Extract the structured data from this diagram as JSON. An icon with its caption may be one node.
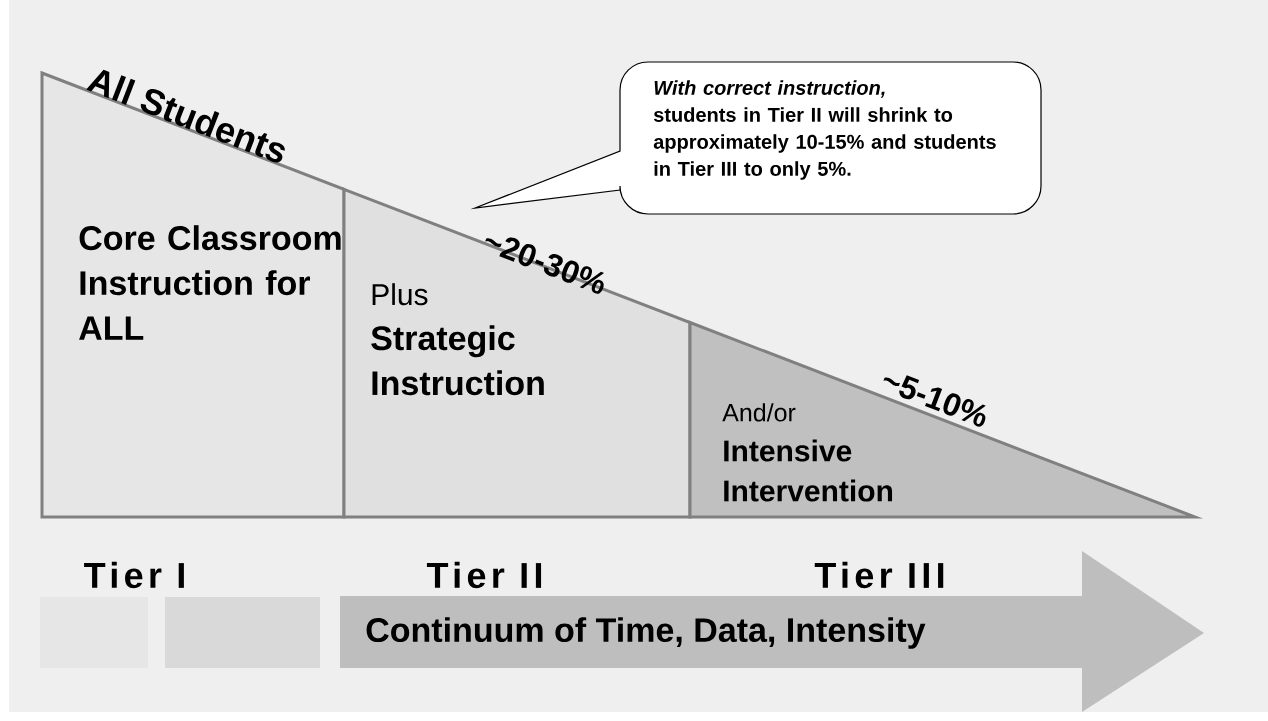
{
  "diagram": {
    "nodes": [
      {
        "text": [
          "Core Classroom Instruction for ALL"
        ]
      },
      {
        "text": [
          "Plus",
          "Strategic Instruction"
        ]
      },
      {
        "text": [
          "And/or",
          "Intensive Intervention"
        ]
      },
      {
        "text": [
          "With correct instruction,",
          "students in Tier II will shrink to approximately 10-15% and students in Tier III to only 5%."
        ]
      },
      {
        "text": [],
        "shape": "box"
      },
      {
        "text": [],
        "shape": "box"
      },
      {
        "text": [
          "Continuum of Time, Data, Intensity"
        ]
      }
    ],
    "labels": [
      "All Students",
      "~20-30%",
      "~5-10%",
      "Tier I",
      "Tier II",
      "Tier III"
    ]
  }
}
